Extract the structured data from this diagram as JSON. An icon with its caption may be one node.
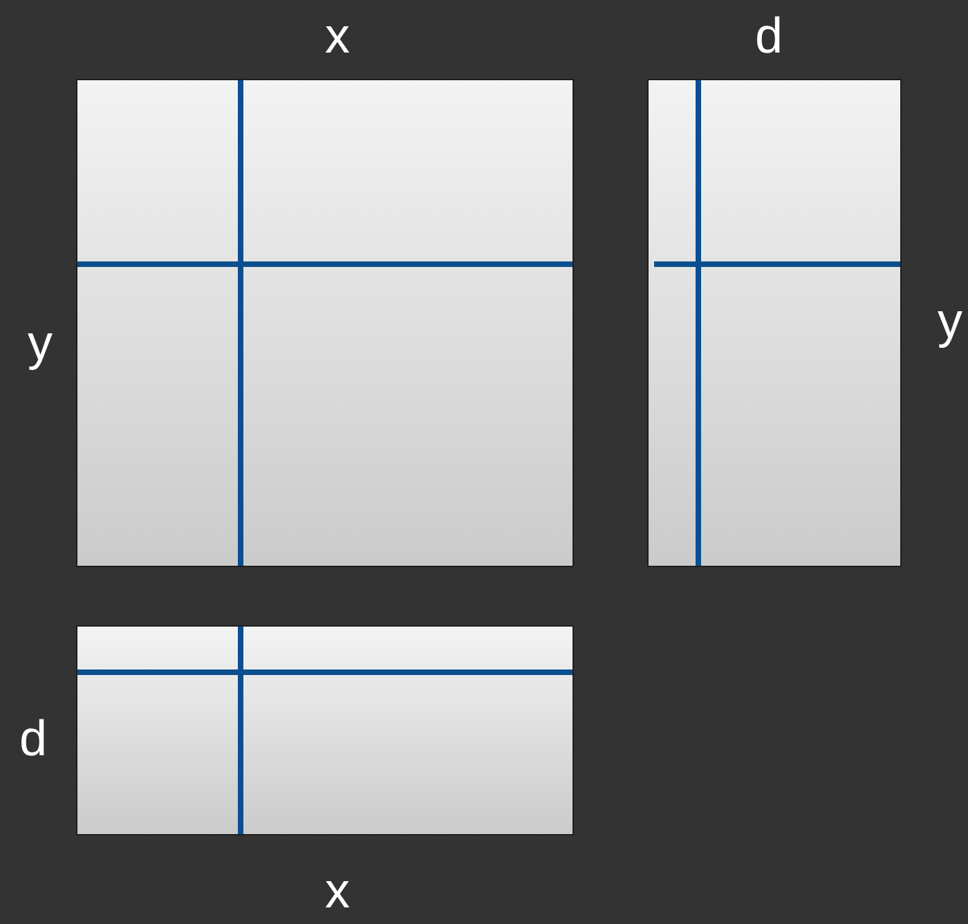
{
  "diagram": {
    "nodes": [
      {
        "text": [],
        "shape": "box",
        "beside": [
          "x",
          "y"
        ]
      },
      {
        "text": [],
        "shape": "box",
        "beside": [
          "d",
          "y"
        ]
      },
      {
        "text": [],
        "shape": "box",
        "beside": [
          "d",
          "x"
        ]
      }
    ]
  }
}
